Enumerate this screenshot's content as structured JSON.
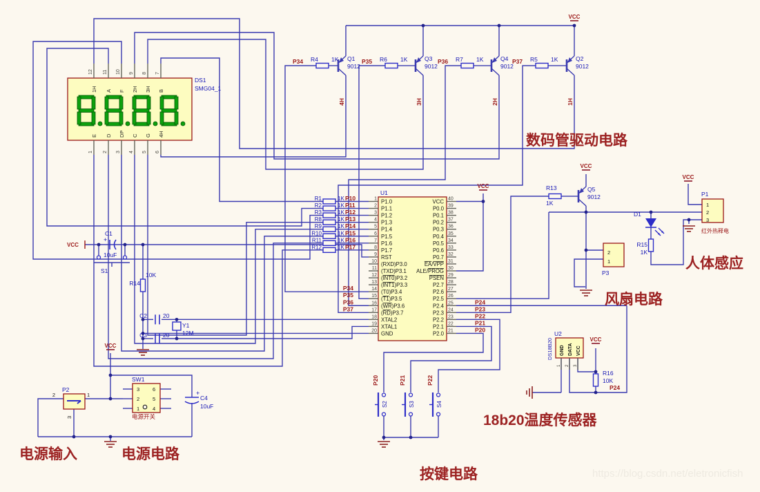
{
  "titles": {
    "seg_driver": "数码管驱动电路",
    "fan": "风扇电路",
    "human": "人体感应",
    "temp": "18b20温度传感器",
    "keys": "按键电路",
    "power_in": "电源输入",
    "power_circuit": "电源电路"
  },
  "watermark": "https://blog.csdn.net/eletronicfish",
  "power_net": "VCC",
  "colors": {
    "background": "#fcf8ef",
    "wire": "#3a3ab0",
    "component_outline": "#9a1616",
    "component_fill": "#fdfcc0",
    "net_label": "#9a1616",
    "designator": "#1414b4",
    "segment_on": "#0da10d",
    "big_label": "#9c2222"
  },
  "display": {
    "ref": "DS1",
    "part": "SMG04_1",
    "top_pins": [
      {
        "num": "12",
        "seg": "1H"
      },
      {
        "num": "11",
        "seg": "A"
      },
      {
        "num": "10",
        "seg": "F"
      },
      {
        "num": "9",
        "seg": "2H"
      },
      {
        "num": "8",
        "seg": "3H"
      },
      {
        "num": "7",
        "seg": "B"
      }
    ],
    "bottom_pins": [
      {
        "num": "1",
        "seg": "E"
      },
      {
        "num": "2",
        "seg": "D"
      },
      {
        "num": "3",
        "seg": "DP"
      },
      {
        "num": "4",
        "seg": "C"
      },
      {
        "num": "5",
        "seg": "G"
      },
      {
        "num": "6",
        "seg": "4H"
      }
    ],
    "digits": [
      "8.",
      "8.",
      "8.",
      "8."
    ]
  },
  "driver": {
    "stages": [
      {
        "net_in": "P34",
        "res": "R4",
        "val": "1K",
        "q": "Q1",
        "model": "9012",
        "net_out": "4H"
      },
      {
        "net_in": "P35",
        "res": "R6",
        "val": "1K",
        "q": "Q3",
        "model": "9012",
        "net_out": "3H"
      },
      {
        "net_in": "P36",
        "res": "R7",
        "val": "1K",
        "q": "Q4",
        "model": "9012",
        "net_out": "2H"
      },
      {
        "net_in": "P37",
        "res": "R5",
        "val": "1K",
        "q": "Q2",
        "model": "9012",
        "net_out": "1H"
      }
    ]
  },
  "u1": {
    "ref": "U1",
    "left_pins": [
      {
        "num": "1",
        "name": "P1.0"
      },
      {
        "num": "2",
        "name": "P1.1"
      },
      {
        "num": "3",
        "name": "P1.2"
      },
      {
        "num": "4",
        "name": "P1.3"
      },
      {
        "num": "5",
        "name": "P1.4"
      },
      {
        "num": "6",
        "name": "P1.5"
      },
      {
        "num": "7",
        "name": "P1.6"
      },
      {
        "num": "8",
        "name": "P1.7"
      },
      {
        "num": "9",
        "name": "RST"
      },
      {
        "num": "10",
        "name": "(RXD)P3.0"
      },
      {
        "num": "11",
        "name": "(TXD)P3.1"
      },
      {
        "num": "12",
        "name": "(INT0)P3.2",
        "ol": [
          "INT0"
        ]
      },
      {
        "num": "13",
        "name": "(INT1)P3.3",
        "ol": [
          "INT1"
        ]
      },
      {
        "num": "14",
        "name": "(T0)P3.4"
      },
      {
        "num": "15",
        "name": "(T1)P3.5",
        "ol": [
          "T1"
        ]
      },
      {
        "num": "16",
        "name": "(WR)P3.6",
        "ol": [
          "WR"
        ]
      },
      {
        "num": "17",
        "name": "(RD)P3.7",
        "ol": [
          "RD"
        ]
      },
      {
        "num": "18",
        "name": "XTAL2"
      },
      {
        "num": "19",
        "name": "XTAL1"
      },
      {
        "num": "20",
        "name": "GND"
      }
    ],
    "right_pins": [
      {
        "num": "40",
        "name": "VCC"
      },
      {
        "num": "39",
        "name": "P0.0"
      },
      {
        "num": "38",
        "name": "P0.1"
      },
      {
        "num": "37",
        "name": "P0.2"
      },
      {
        "num": "36",
        "name": "P0.3"
      },
      {
        "num": "35",
        "name": "P0.4"
      },
      {
        "num": "34",
        "name": "P0.5"
      },
      {
        "num": "33",
        "name": "P0.6"
      },
      {
        "num": "32",
        "name": "P0.7"
      },
      {
        "num": "31",
        "name": "EA/VPP",
        "ol": [
          "EA",
          "VPP"
        ]
      },
      {
        "num": "30",
        "name": "ALE/PROG",
        "ol": [
          "PROG"
        ]
      },
      {
        "num": "29",
        "name": "PSEN",
        "ol": [
          "PSEN"
        ]
      },
      {
        "num": "28",
        "name": "P2.7"
      },
      {
        "num": "27",
        "name": "P2.6"
      },
      {
        "num": "26",
        "name": "P2.5"
      },
      {
        "num": "25",
        "name": "P2.4"
      },
      {
        "num": "24",
        "name": "P2.3"
      },
      {
        "num": "23",
        "name": "P2.2"
      },
      {
        "num": "22",
        "name": "P2.1"
      },
      {
        "num": "21",
        "name": "P2.0"
      }
    ],
    "series_res": [
      {
        "ref": "R1",
        "val": "1K",
        "net": "P10"
      },
      {
        "ref": "R2",
        "val": "1K",
        "net": "P11"
      },
      {
        "ref": "R3",
        "val": "1K",
        "net": "P12"
      },
      {
        "ref": "R8",
        "val": "1K",
        "net": "P13"
      },
      {
        "ref": "R9",
        "val": "1K",
        "net": "P14"
      },
      {
        "ref": "R10",
        "val": "1K",
        "net": "P15"
      },
      {
        "ref": "R11",
        "val": "1K",
        "net": "P16"
      },
      {
        "ref": "R12",
        "val": "1K",
        "net": "P17"
      }
    ],
    "left_nets": [
      "P34",
      "P35",
      "P36",
      "P37"
    ],
    "right_nets": [
      "P24",
      "P23",
      "P22",
      "P21",
      "P20"
    ]
  },
  "reset": {
    "cap": "C1",
    "cap_val": "10uF",
    "plus": "+",
    "btn": "S1",
    "res": "R14",
    "res_val": "10K"
  },
  "osc": {
    "c2": "C2",
    "c2_val": "20",
    "c3": "C3",
    "c3_val": "20",
    "xtal": "Y1",
    "xtal_val": "12M"
  },
  "power": {
    "conn": "P2",
    "conn_pin_left": "2",
    "conn_pin_right": "1",
    "conn_pin_bottom": "3",
    "sw": "SW1",
    "sw_left": [
      "3",
      "2",
      "1"
    ],
    "sw_right": [
      "6",
      "5",
      "4"
    ],
    "sw_label": "电源开关",
    "cap": "C4",
    "cap_val": "10uF",
    "plus": "+"
  },
  "keys": {
    "buttons": [
      {
        "net": "P20",
        "ref": "S2"
      },
      {
        "net": "P21",
        "ref": "S3"
      },
      {
        "net": "P22",
        "ref": "S4"
      }
    ]
  },
  "fan": {
    "res": "R13",
    "res_val": "1K",
    "q": "Q5",
    "model": "9012",
    "conn": "P3",
    "conn_pins": [
      "2",
      "1"
    ]
  },
  "human": {
    "led": "D1",
    "res": "R15",
    "res_val": "1K",
    "conn": "P1",
    "conn_pins": [
      "1",
      "2",
      "3"
    ],
    "label": "红外热释电"
  },
  "temp": {
    "ref": "U2",
    "part": "DS18B20",
    "pins": [
      "GND",
      "DATA",
      "VCC"
    ],
    "pin_nums": [
      "1",
      "2",
      "3"
    ],
    "res": "R16",
    "res_val": "10K",
    "net": "P24"
  }
}
